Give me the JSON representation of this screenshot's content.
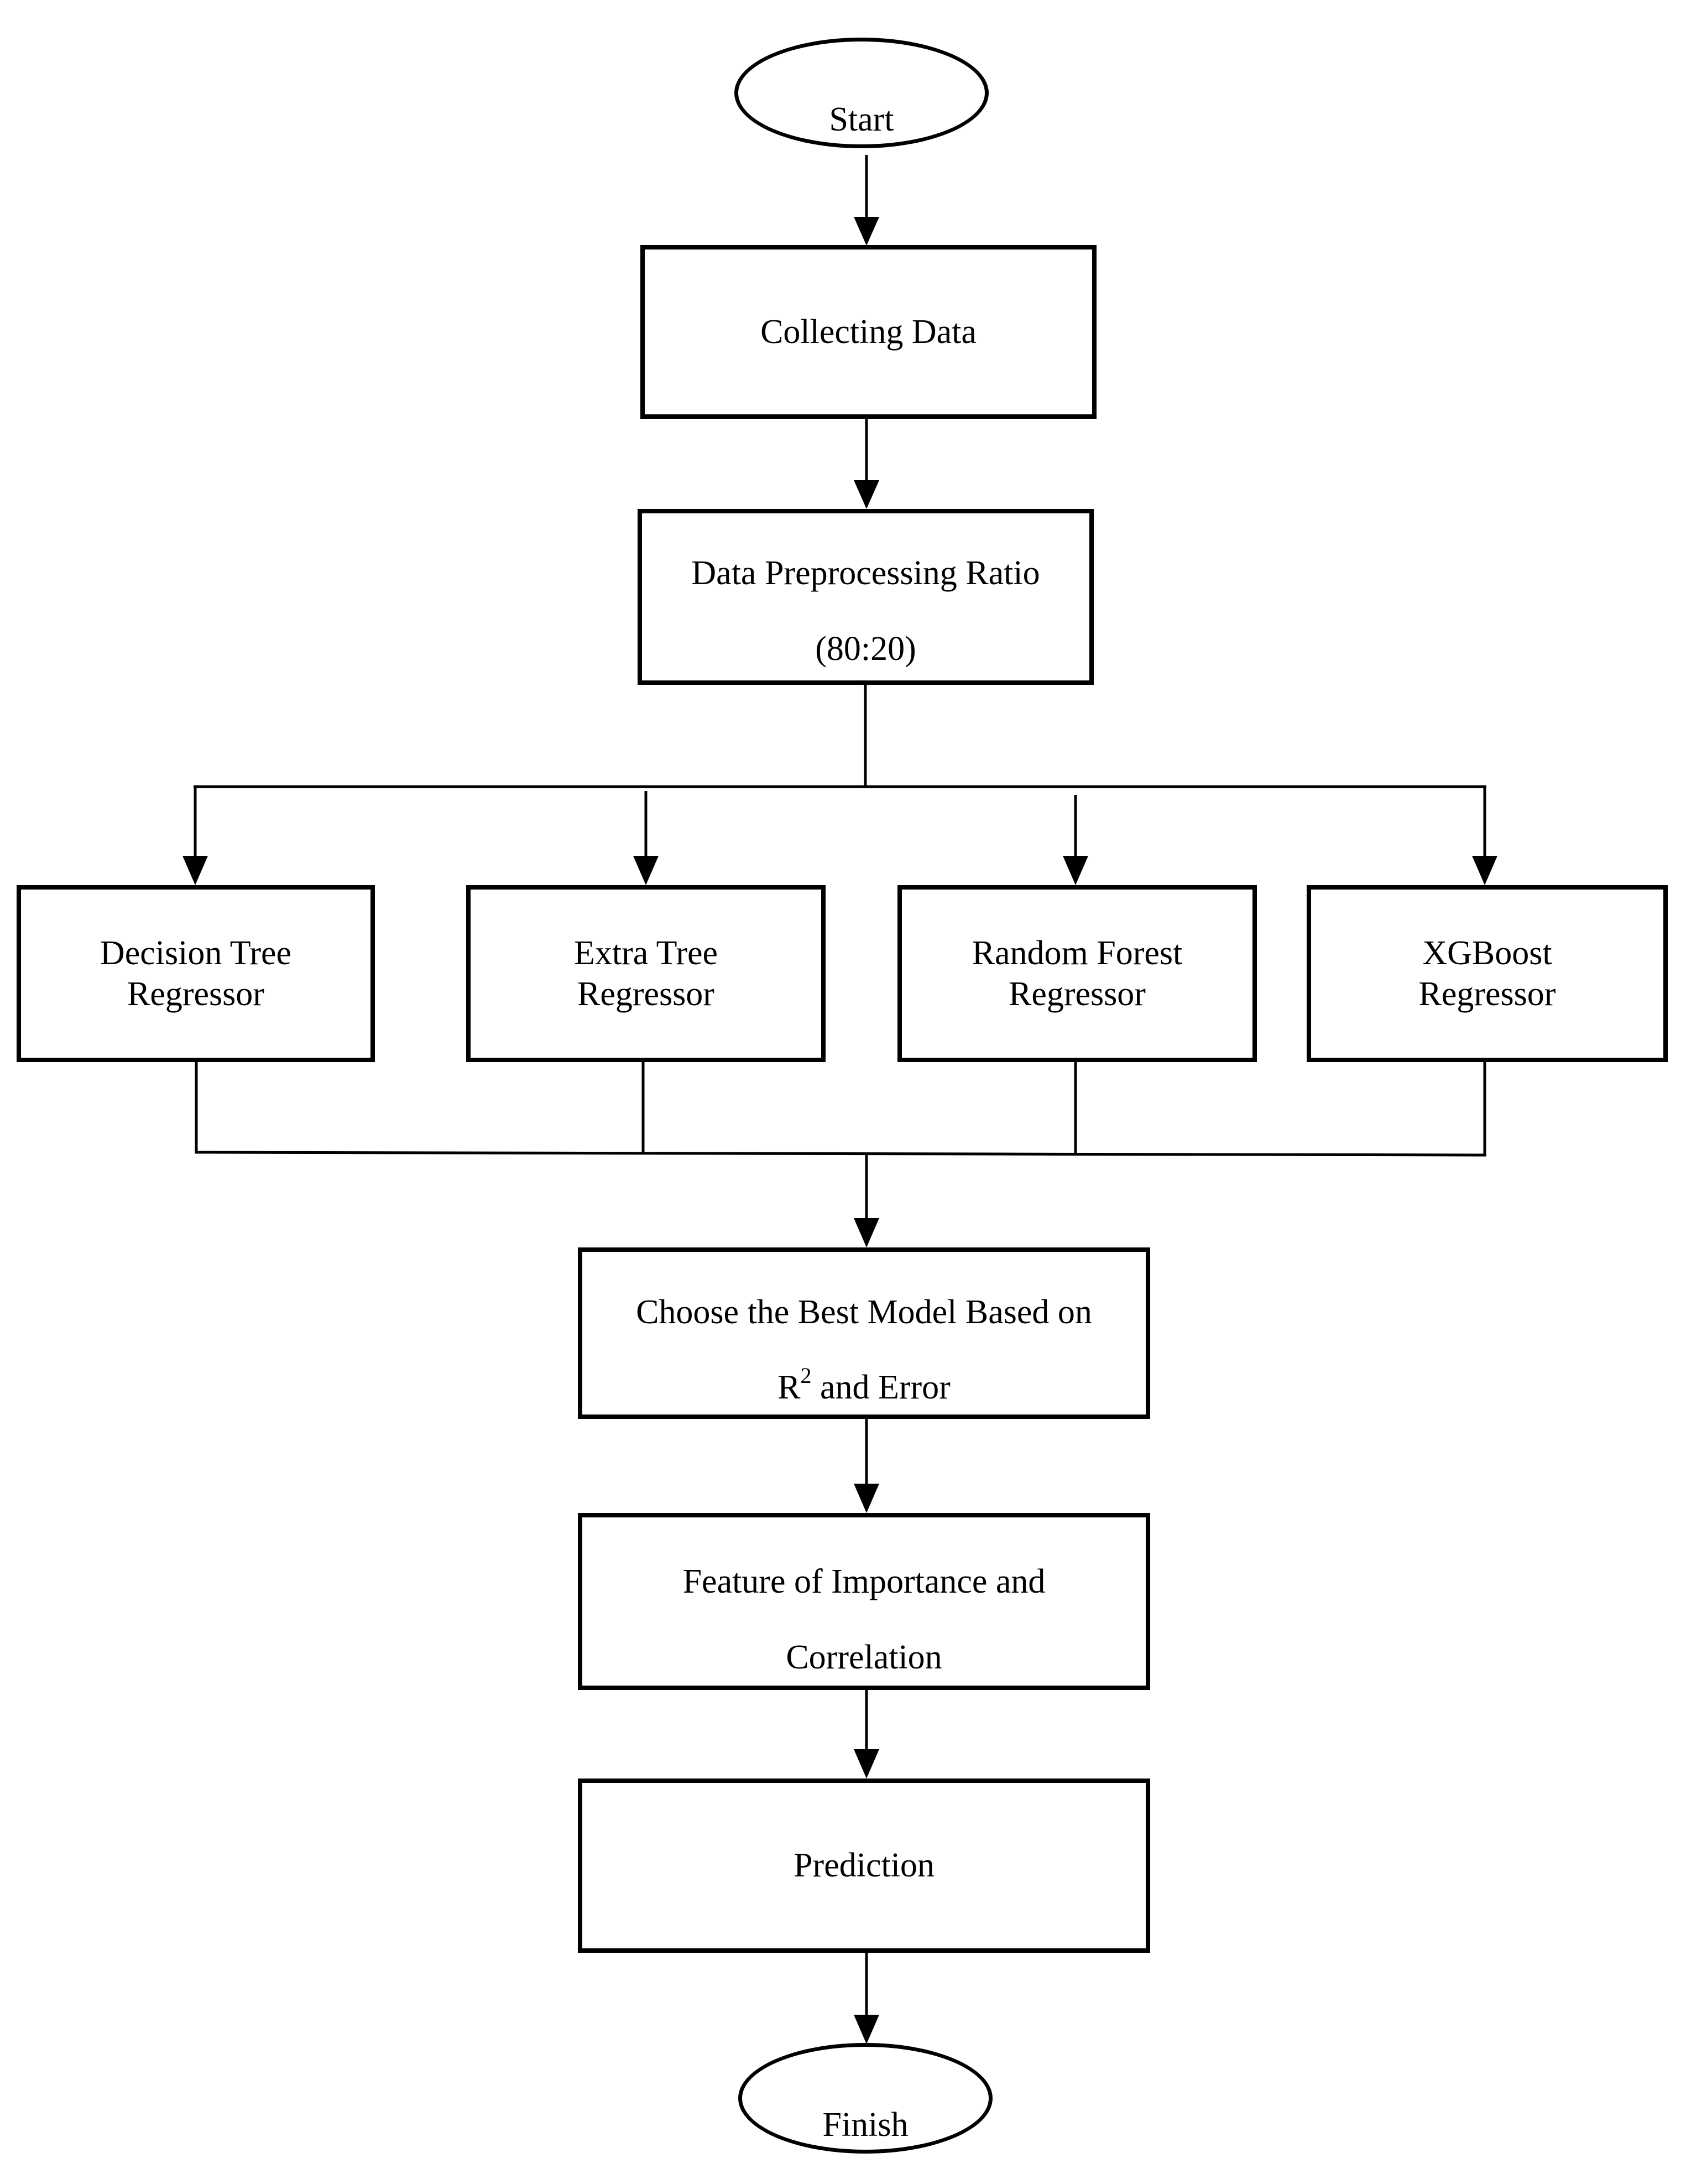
{
  "nodes": {
    "start": {
      "label": "Start"
    },
    "collecting": {
      "label": "Collecting Data"
    },
    "preprocessing": {
      "line1": "Data Preprocessing Ratio",
      "line2": "(80:20)"
    },
    "decision_tree": {
      "line1": "Decision Tree",
      "line2": "Regressor"
    },
    "extra_tree": {
      "line1": "Extra Tree",
      "line2": "Regressor"
    },
    "random_forest": {
      "line1": "Random Forest",
      "line2": "Regressor"
    },
    "xgboost": {
      "line1": "XGBoost",
      "line2": "Regressor"
    },
    "choose_best": {
      "line1": "Choose the Best Model Based on",
      "line2_r": "R",
      "line2_sup": "2",
      "line2_rest": " and Error"
    },
    "feature": {
      "line1": "Feature of Importance and",
      "line2": "Correlation"
    },
    "prediction": {
      "label": "Prediction"
    },
    "finish": {
      "label": "Finish"
    }
  },
  "colors": {
    "stroke": "#000000",
    "background": "#ffffff"
  }
}
